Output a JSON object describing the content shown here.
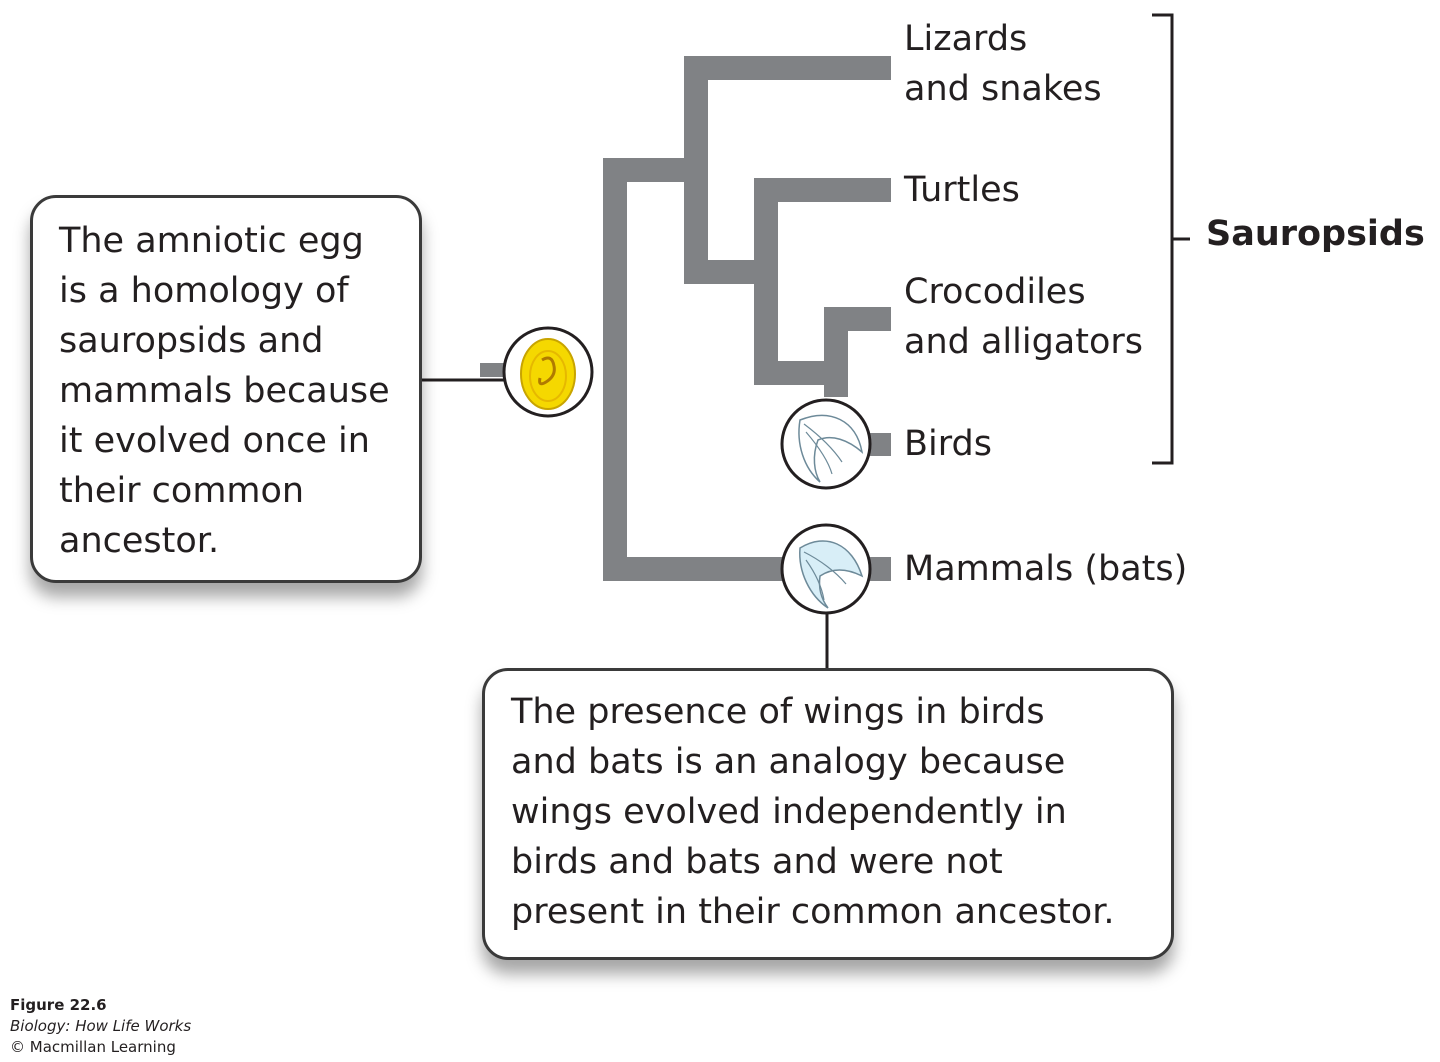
{
  "tree": {
    "taxa": [
      {
        "id": "lizards",
        "lines": [
          "Lizards",
          "and snakes"
        ]
      },
      {
        "id": "turtles",
        "lines": [
          "Turtles"
        ]
      },
      {
        "id": "crocodiles",
        "lines": [
          "Crocodiles",
          "and alligators"
        ]
      },
      {
        "id": "birds",
        "lines": [
          "Birds"
        ]
      },
      {
        "id": "mammals",
        "lines": [
          "Mammals (bats)"
        ]
      }
    ],
    "clade_label": "Sauropsids",
    "colors": {
      "branch": "#808285",
      "egg": "#f5d800",
      "egg_outline": "#c8a400",
      "wing": "#d8eef7"
    },
    "icons": [
      "amniotic-egg-icon",
      "bird-wing-icon",
      "bat-wing-icon"
    ]
  },
  "callouts": {
    "homology": {
      "lines": [
        "The amniotic egg",
        "is a homology of",
        "sauropsids and",
        "mammals because",
        "it evolved once in",
        "their common",
        "ancestor."
      ]
    },
    "analogy": {
      "lines": [
        "The presence of wings in birds",
        "and bats is an analogy because",
        "wings evolved independently in",
        "birds and bats and were not",
        "present in their common ancestor."
      ]
    }
  },
  "credits": {
    "figure": "Figure 22.6",
    "book": "Biology: How Life Works",
    "publisher": "© Macmillan Learning"
  }
}
